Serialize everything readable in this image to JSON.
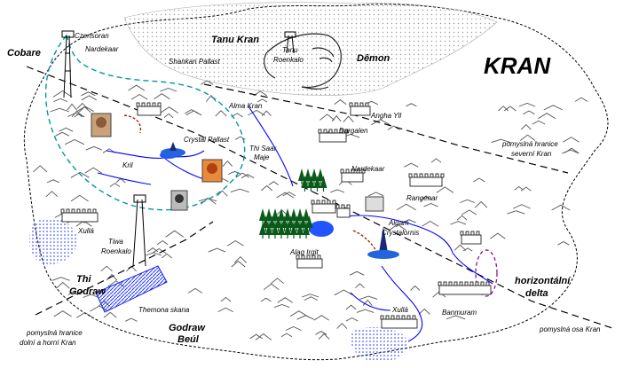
{
  "map": {
    "title": "KRAN",
    "regions": {
      "tanu_kran": "Tanu Kran",
      "demon": "Dêmon",
      "cobare": "Cobare",
      "thi_godraw_1": "Thi",
      "thi_godraw_2": "Godraw",
      "godraw_beul_1": "Godraw",
      "godraw_beul_2": "Beúl",
      "horiz_delta_1": "horizontální",
      "horiz_delta_2": "delta"
    },
    "places": {
      "czensoran": "Czensoran",
      "nardekaar_nw": "Nardekaar",
      "tanu_roenkalo_1": "Tanu",
      "tanu_roenkalo_2": "Roenkalo",
      "shankan_pallast": "Shankan Pallast",
      "alma_kran": "Alma Kran",
      "angha_yll": "Angha Yll",
      "dargalen": "Dargalen",
      "crystal_pallast": "Crystal Pallast",
      "thi_saar_1": "Thi Saar",
      "thi_saar_2": "Maje",
      "kril": "Kril",
      "nardekaar_e": "Nardekaar",
      "rangenar": "Rangenar",
      "xulla_w": "Xullá",
      "tiwa_roenkalo_1": "Tiwa",
      "tiwa_roenkalo_2": "Roenkalo",
      "algam_1": "Algam",
      "algam_2": "Crystalornis",
      "alag_irgit": "Alag Irgit",
      "themona_skana": "Themona skana",
      "xulla_s": "Xullá",
      "banmuram": "Banmuram"
    },
    "borders": {
      "north_1": "pomyslná hranice",
      "north_2": "severní Kran",
      "south_1": "pomyslná hranice",
      "south_2": "dolní a horní Kran",
      "axis": "pomyslná osa Kran"
    },
    "colors": {
      "river": "#0000ff",
      "road": "#009999",
      "border": "#000000",
      "forest": "#0a5a1a",
      "red_path": "#aa2200",
      "mountains": "#555555",
      "shading": "#888888"
    }
  }
}
